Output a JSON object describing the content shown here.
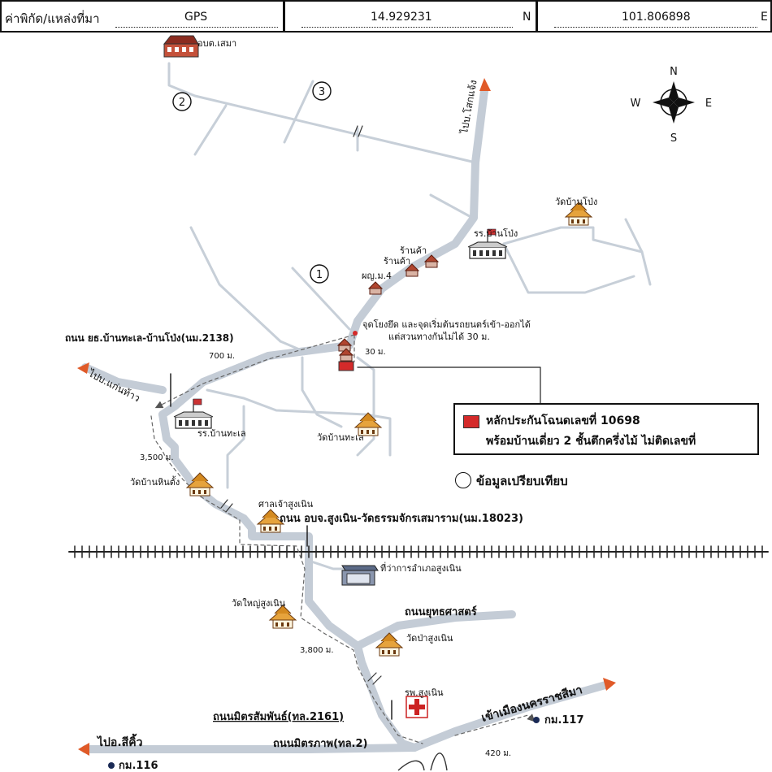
{
  "header": {
    "label": "ค่าพิกัด/แหล่งที่มา",
    "source": "GPS",
    "latitude": "14.929231",
    "lat_unit": "N",
    "longitude": "101.806898",
    "lon_unit": "E"
  },
  "compass": {
    "n": "N",
    "s": "S",
    "e": "E",
    "w": "W"
  },
  "places": {
    "obt_sema": "อบต.เสมา",
    "wat_ban_pong": "วัดบ้านโป่ง",
    "school_ban_pong": "รร.บ้านโป่ง",
    "shop1": "ร้านค้า",
    "shop2": "ร้านค้า",
    "village_head": "ผญ.ม.4",
    "school_ban_thale": "รร.บ้านทะเล",
    "wat_ban_thale": "วัดบ้านทะเล",
    "wat_ban_hin_tang": "วัดบ้านหินตั้ง",
    "shrine": "ศาลเจ้าสูงเนิน",
    "district_office": "ที่ว่าการอำเภอสูงเนิน",
    "wat_yai": "วัดใหญ่สูงเนิน",
    "wat_pa": "วัดป่าสูงเนิน",
    "hospital": "รพ.สูงเนิน"
  },
  "roads": {
    "to_ban_lok_phang": "ไปบ.โสกแจ้ง",
    "to_ban_kaen_hua": "ไปบ.แก่นท้าว",
    "road_2138": "ถนน ยธ.บ้านทะเล-บ้านโป่ง(นม.2138)",
    "road_18023": "ถนน อบจ.สูงเนิน-วัดธรรมจักรเสมาราม(นม.18023)",
    "road_yutthasat": "ถนนยุทธศาสตร์",
    "road_2161": "ถนนมิตรสัมพันธ์(ทล.2161)",
    "road_2": "ถนนมิตรภาพ(ทล.2)",
    "to_sikhio": "ไปอ.สีคิ้ว",
    "to_korat": "เข้าเมืองนครราชสีมา"
  },
  "km_markers": {
    "km116": "กม.116",
    "km117": "กม.117"
  },
  "distances": {
    "d700": "700 ม.",
    "d30": "30 ม.",
    "d3500": "3,500 ม.",
    "d3800": "3,800 ม.",
    "d420": "420 ม."
  },
  "notes": {
    "junction_line1": "จุดโยงยึด และจุดเริ่มต้นรถยนตร์เข้า-ออกได้",
    "junction_line2": "แต่สวนทางกันไม่ได้ 30 ม."
  },
  "comparables": {
    "c1": "1",
    "c2": "2",
    "c3": "3"
  },
  "legend": {
    "line1": "หลักประกันโฉนดเลขที่ 10698",
    "line2": "พร้อมบ้านเดี่ยว 2 ชั้นตึกครึ่งไม้ ไม่ติดเลขที่",
    "compare": "ข้อมูลเปรียบเทียบ",
    "collateral_color": "#d42a2a"
  }
}
